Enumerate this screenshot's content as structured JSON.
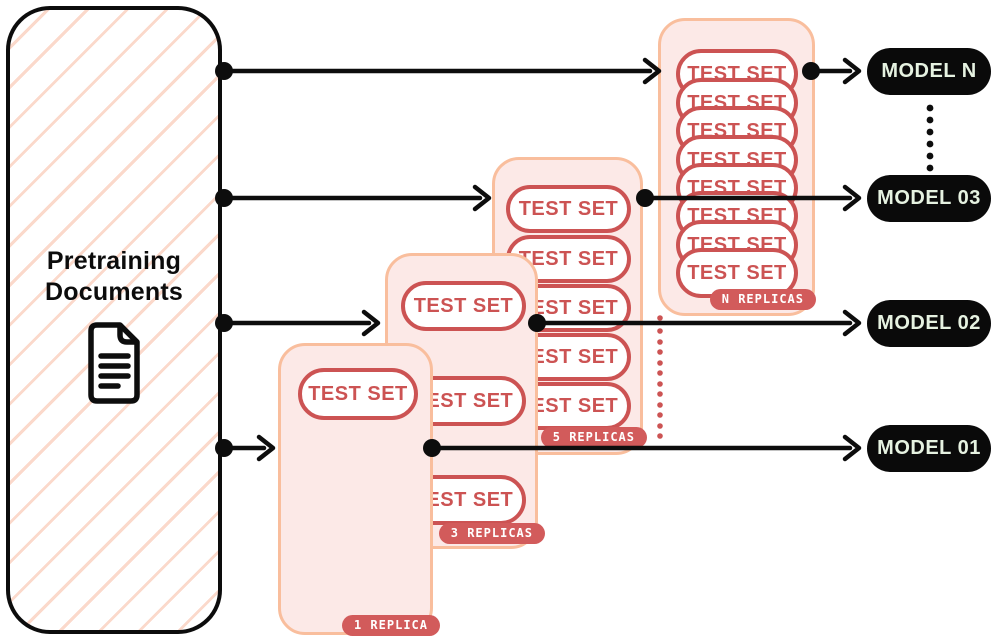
{
  "source": {
    "title_line1": "Pretraining",
    "title_line2": "Documents",
    "icon": "document-icon"
  },
  "labels": {
    "test_set": "TEST SET"
  },
  "cards": [
    {
      "id": "replica-1",
      "replica_label": "1 REPLICA",
      "test_set_count": 1
    },
    {
      "id": "replica-3",
      "replica_label": "3 REPLICAS",
      "test_set_count": 3
    },
    {
      "id": "replica-5",
      "replica_label": "5 REPLICAS",
      "test_set_count": 5
    },
    {
      "id": "replica-n",
      "replica_label": "N REPLICAS",
      "test_set_count": "N (8 drawn)"
    }
  ],
  "models": [
    {
      "label": "MODEL N"
    },
    {
      "label": "MODEL 03"
    },
    {
      "label": "MODEL 02"
    },
    {
      "label": "MODEL 01"
    }
  ],
  "colors": {
    "card_bg": "#FCE9E7",
    "card_border": "#F9BE9D",
    "pill_red": "#CC5353",
    "badge_bg": "#D25B5B",
    "model_bg": "#0A0A0A",
    "model_text": "#E6F2E1",
    "hatch": "#FBD9CB",
    "line_black": "#0D0D0D"
  }
}
